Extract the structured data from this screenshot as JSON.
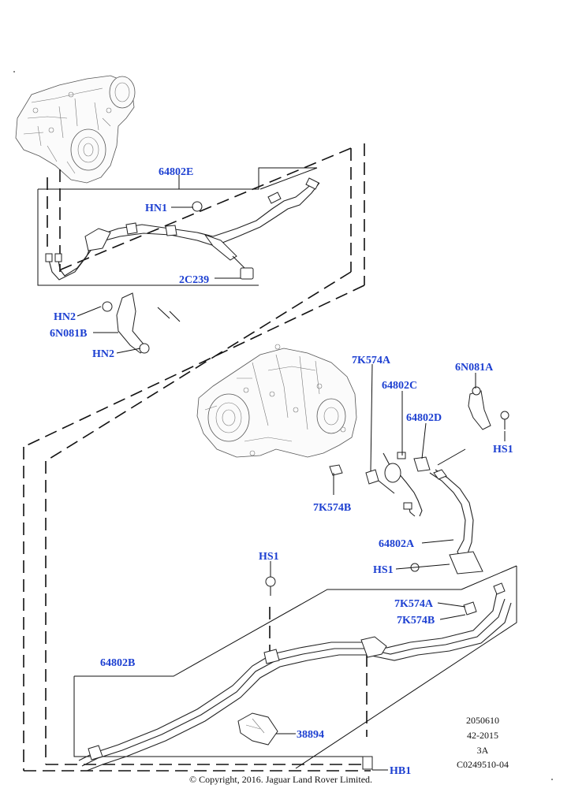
{
  "callouts": {
    "p64802E": "64802E",
    "hn1": "HN1",
    "c2C239": "2C239",
    "hn2_top": "HN2",
    "n6N081B": "6N081B",
    "hn2_bottom": "HN2",
    "k7K574A_top": "7K574A",
    "c64802C": "64802C",
    "n6N081A": "6N081A",
    "c64802D": "64802D",
    "hs1_right": "HS1",
    "k7K574B_top": "7K574B",
    "p64802A": "64802A",
    "hs1_mid": "HS1",
    "hs1_left": "HS1",
    "k7K574A_bottom": "7K574A",
    "k7K574B_bottom": "7K574B",
    "p64802B": "64802B",
    "p38894": "38894",
    "hb1": "HB1"
  },
  "meta": {
    "line1": "2050610",
    "line2": "42-2015",
    "line3": "3A",
    "line4": "C0249510-04"
  },
  "copyright": "© Copyright, 2016. Jaguar Land Rover Limited."
}
